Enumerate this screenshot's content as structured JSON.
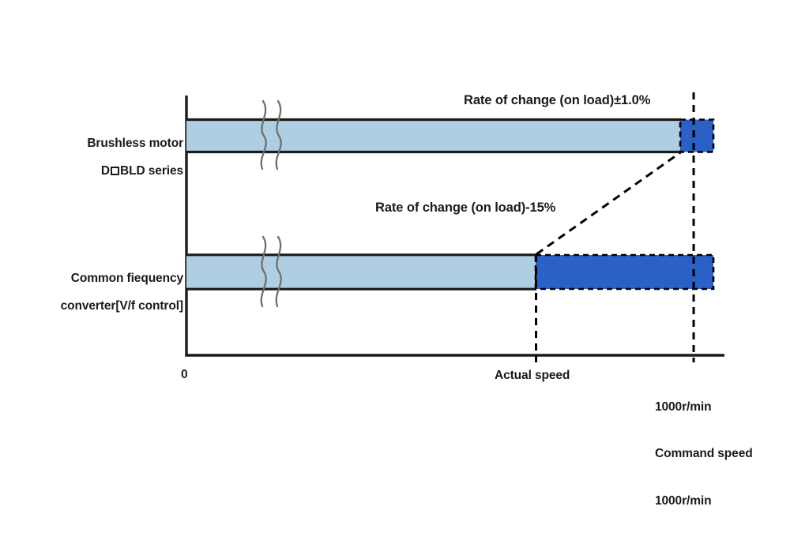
{
  "figure": {
    "background": "#ffffff",
    "ink": "#1a1a1a",
    "light_blue": "#b0cee3",
    "dark_blue": "#2b60c4"
  },
  "rows": [
    {
      "label_line1": "Brushless motor",
      "label_line2_prefix": "D",
      "label_line2_suffix": "BLD series",
      "annotation": "Rate  of  change (on load)±1.0%"
    },
    {
      "label_line1": "Common fiequency",
      "label_line2": "converter[V/f control]",
      "annotation": "Rate  of  change (on load)-15%"
    }
  ],
  "axis": {
    "origin_label": "0",
    "tick_actual_speed": "Actual speed",
    "tick_command_line1": "1000r/min",
    "tick_command_line2": "Command speed",
    "tick_command_line3": "1000r/min"
  },
  "chart_data": {
    "type": "bar",
    "title": "",
    "xlabel": "",
    "ylabel": "",
    "orientation": "horizontal",
    "axis_break": true,
    "categories": [
      "Brushless motor D□BLD series",
      "Common fiequency converter[V/f control]"
    ],
    "series": [
      {
        "name": "Actual speed (light blue)",
        "values": [
          990,
          773
        ]
      },
      {
        "name": "Deviation band (dark blue)",
        "values": [
          10,
          227
        ]
      }
    ],
    "command_speed": 1000,
    "command_speed_unit": "r/min",
    "rate_of_change_on_load": [
      "±1.0%",
      "-15%"
    ],
    "x_ticks": [
      {
        "label": "0",
        "value": 0
      },
      {
        "label": "Actual speed",
        "value": 773
      },
      {
        "label": "1000r/min",
        "value": 1000
      }
    ],
    "xlim": [
      0,
      1045
    ],
    "grid": false,
    "legend": "none",
    "annotations": [
      "Rate  of  change (on load)±1.0%",
      "Rate  of  change (on load)-15%",
      "Command speed 1000r/min"
    ]
  }
}
